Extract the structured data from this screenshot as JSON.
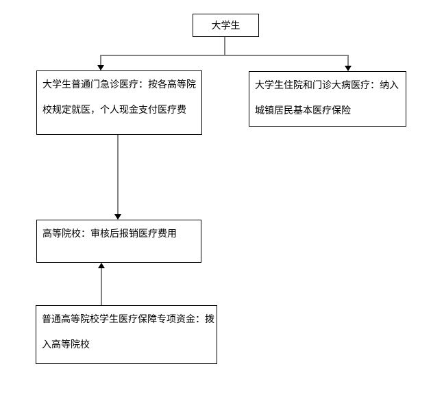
{
  "diagram": {
    "type": "flowchart",
    "colors": {
      "background": "#ffffff",
      "node_border": "#000000",
      "node_fill": "#ffffff",
      "text": "#000000",
      "connector": "#808080",
      "arrowhead": "#000000"
    },
    "nodes": [
      {
        "id": "student",
        "label": "大学生",
        "lines": [
          "大学生"
        ]
      },
      {
        "id": "outpatient",
        "label": "大学生普通门急诊医疗：按各高等院校规定就医，个人现金支付医疗费",
        "lines": [
          "大学生普通门急诊医疗：按各高等院",
          "校规定就医，个人现金支付医疗费"
        ]
      },
      {
        "id": "inpatient",
        "label": "大学生住院和门诊大病医疗：纳入城镇居民基本医疗保险",
        "lines": [
          "大学生住院和门诊大病医疗：纳入",
          "城镇居民基本医疗保险"
        ]
      },
      {
        "id": "college",
        "label": "高等院校：审核后报销医疗费用",
        "lines": [
          "高等院校：审核后报销医疗费用"
        ]
      },
      {
        "id": "fund",
        "label": "普通高等院校学生医疗保障专项资金：拨入高等院校",
        "lines": [
          "普通高等院校学生医疗保障专项资金：拨",
          "入高等院校"
        ]
      }
    ],
    "edges": [
      {
        "from": "student",
        "to": "outpatient",
        "direction": "down"
      },
      {
        "from": "student",
        "to": "inpatient",
        "direction": "down"
      },
      {
        "from": "outpatient",
        "to": "college",
        "direction": "down"
      },
      {
        "from": "fund",
        "to": "college",
        "direction": "up"
      }
    ]
  }
}
